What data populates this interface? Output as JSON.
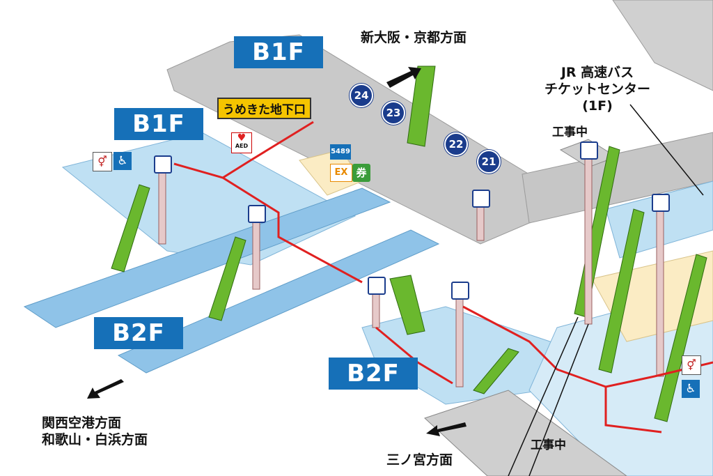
{
  "floors": {
    "b1f_upper": "B1F",
    "b1f_left": "B1F",
    "b2f_left": "B2F",
    "b2f_center": "B2F"
  },
  "destinations": {
    "shin_osaka": "新大阪・京都方面",
    "kansai_line1": "関西空港方面",
    "kansai_line2": "和歌山・白浜方面",
    "sannomiya": "三ノ宮方面",
    "jr_bus_line1": "JR 高速バス",
    "jr_bus_line2": "チケットセンター",
    "jr_bus_line3": "(1F)"
  },
  "exits": {
    "umekita": "うめきた地下口"
  },
  "gates": [
    "24",
    "23",
    "22",
    "21"
  ],
  "construction": {
    "upper": "工事中",
    "lower": "工事中"
  },
  "badges": {
    "aed": "AED",
    "ticket_5489": "5489",
    "ex": "EX",
    "ken": "券"
  },
  "colors": {
    "floor_badge": "#1670b8",
    "route": "#e02020",
    "platform": "#8fc3e8",
    "concourse": "#c9c9c9",
    "escalator": "#6ab82e",
    "gate": "#1a3c8c",
    "exit_label": "#f5c400"
  }
}
